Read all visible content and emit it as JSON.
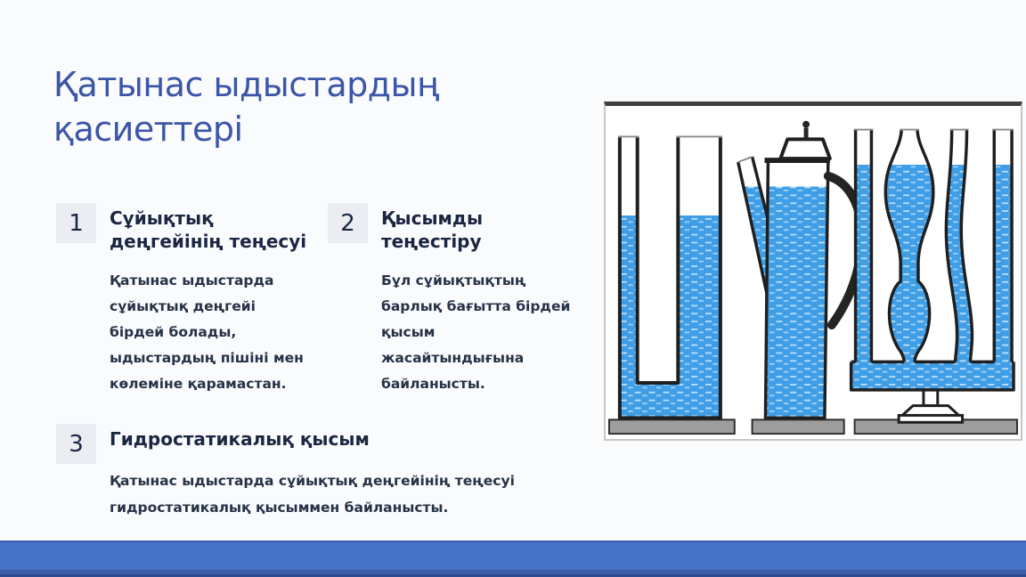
{
  "slide": {
    "title": "Қатынас ыдыстардың қасиеттері",
    "items": [
      {
        "number": "1",
        "heading": "Сұйықтық деңгейінің теңесуі",
        "body": "Қатынас ыдыстарда сұйықтық деңгейі бірдей болады, ыдыстардың пішіні мен көлеміне қарамастан."
      },
      {
        "number": "2",
        "heading": "Қысымды теңестіру",
        "body": "Бұл сұйықтықтың барлық бағытта бірдей қысым жасайтындығына байланысты."
      },
      {
        "number": "3",
        "heading": "Гидростатикалық қысым",
        "body": "Қатынас ыдыстарда сұйықтық деңгейінің теңесуі гидростатикалық қысыммен байланысты."
      }
    ],
    "figure": {
      "name": "communicating-vessels",
      "description": "U-түтік, шәйнек және әртүрлі пішінді түтіктер — сұйықтық деңгейі бірдей",
      "liquid_color": "#3f9ee6"
    },
    "colors": {
      "title": "#3b55a7",
      "heading": "#1b2742",
      "body": "#263247",
      "badge_bg": "#ecedf3",
      "footer_bar": "#4673c8",
      "background": "#fafbfd"
    }
  }
}
